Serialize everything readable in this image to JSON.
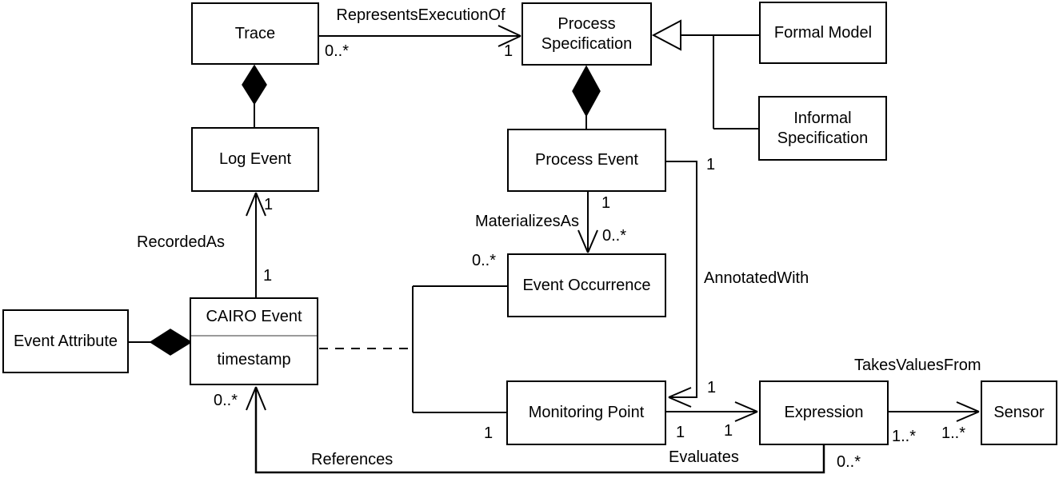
{
  "classes": {
    "trace": "Trace",
    "process_specification": "Process Specification",
    "formal_model": "Formal Model",
    "informal_specification": "Informal Specification",
    "log_event": "Log Event",
    "process_event": "Process Event",
    "event_occurrence": "Event Occurrence",
    "cairo_event_title": "CAIRO Event",
    "cairo_event_attribute": "timestamp",
    "event_attribute": "Event Attribute",
    "monitoring_point": "Monitoring Point",
    "expression": "Expression",
    "sensor": "Sensor"
  },
  "associations": {
    "represents_execution_of": {
      "name": "RepresentsExecutionOf",
      "trace_mult": "0..*",
      "spec_mult": "1"
    },
    "recorded_as": {
      "name": "RecordedAs",
      "log_event_mult": "1",
      "cairo_event_mult": "1"
    },
    "materializes_as": {
      "name": "MaterializesAs",
      "process_event_mult": "1",
      "occurrence_mult": "0..*"
    },
    "annotated_with": {
      "name": "AnnotatedWith",
      "process_event_mult": "1",
      "monitoring_point_mult": "1"
    },
    "evaluates": {
      "name": "Evaluates",
      "monitoring_point_mult": "1",
      "expression_mult": "1"
    },
    "takes_values_from": {
      "name": "TakesValuesFrom",
      "expression_mult": "1..*",
      "sensor_mult": "1..*"
    },
    "references": {
      "name": "References",
      "cairo_event_mult": "0..*",
      "expression_mult": "0..*"
    },
    "cairo_link": {
      "occurrence_mult": "0..*",
      "monitoring_point_mult": "1"
    }
  },
  "colors": {
    "line": "#000000",
    "background": "#ffffff",
    "compartment_divider": "#9a9a9a"
  }
}
